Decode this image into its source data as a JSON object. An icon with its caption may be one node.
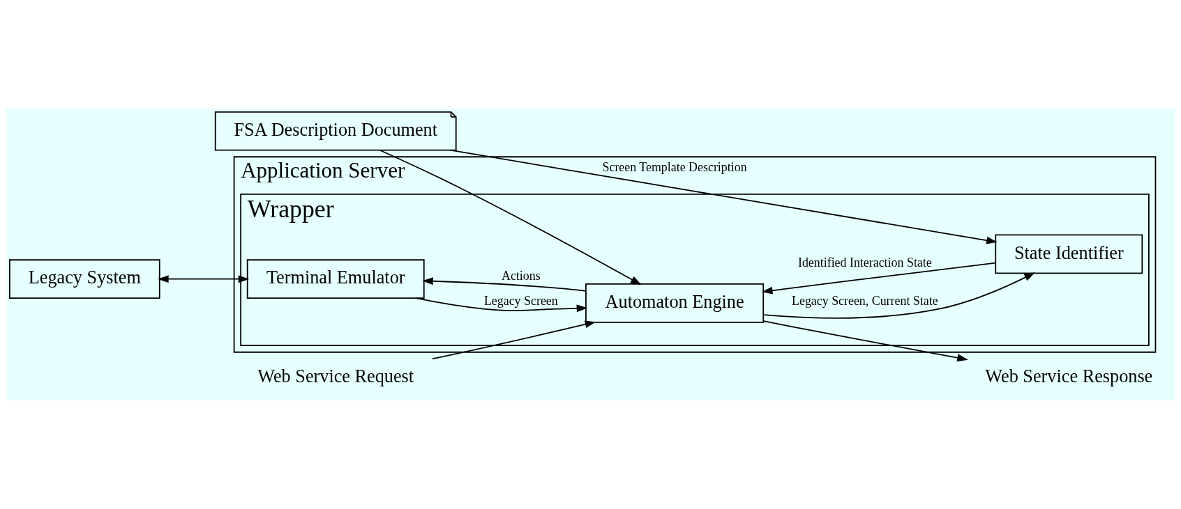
{
  "diagram": {
    "nodes": [
      {
        "text": [
          "Application Server"
        ]
      },
      {
        "text": [
          "Wrapper"
        ],
        "in": 0
      },
      {
        "text": [
          "Legacy System"
        ]
      },
      {
        "text": [
          "Terminal Emulator"
        ],
        "in": 1
      },
      {
        "text": [
          "State Identifier"
        ],
        "in": 1
      },
      {
        "text": [
          "Automaton Engine"
        ],
        "in": 1
      },
      {
        "text": [
          "FSA Description Document"
        ]
      },
      {
        "text": [
          "Web Service Request"
        ]
      },
      {
        "text": [
          "Web Service Response"
        ]
      }
    ],
    "edges": [
      {
        "from": 2,
        "to": 3,
        "arrow": "both"
      },
      {
        "from": 4,
        "to": 5,
        "arrow": "to",
        "label": "Identified Interaction State"
      },
      {
        "from": 5,
        "to": 4,
        "arrow": "to",
        "label": "Legacy Screen, Current State"
      },
      {
        "from": 5,
        "to": 3,
        "arrow": "to",
        "label": "Actions"
      },
      {
        "from": 3,
        "to": 5,
        "arrow": "to",
        "label": "Legacy Screen"
      },
      {
        "from": 6,
        "to": 4,
        "arrow": "to",
        "label": "Screen Template Description"
      },
      {
        "from": 6,
        "to": 5,
        "arrow": "to"
      },
      {
        "from": 7,
        "to": 5,
        "arrow": "to"
      },
      {
        "from": 5,
        "to": 8,
        "arrow": "to"
      }
    ]
  }
}
